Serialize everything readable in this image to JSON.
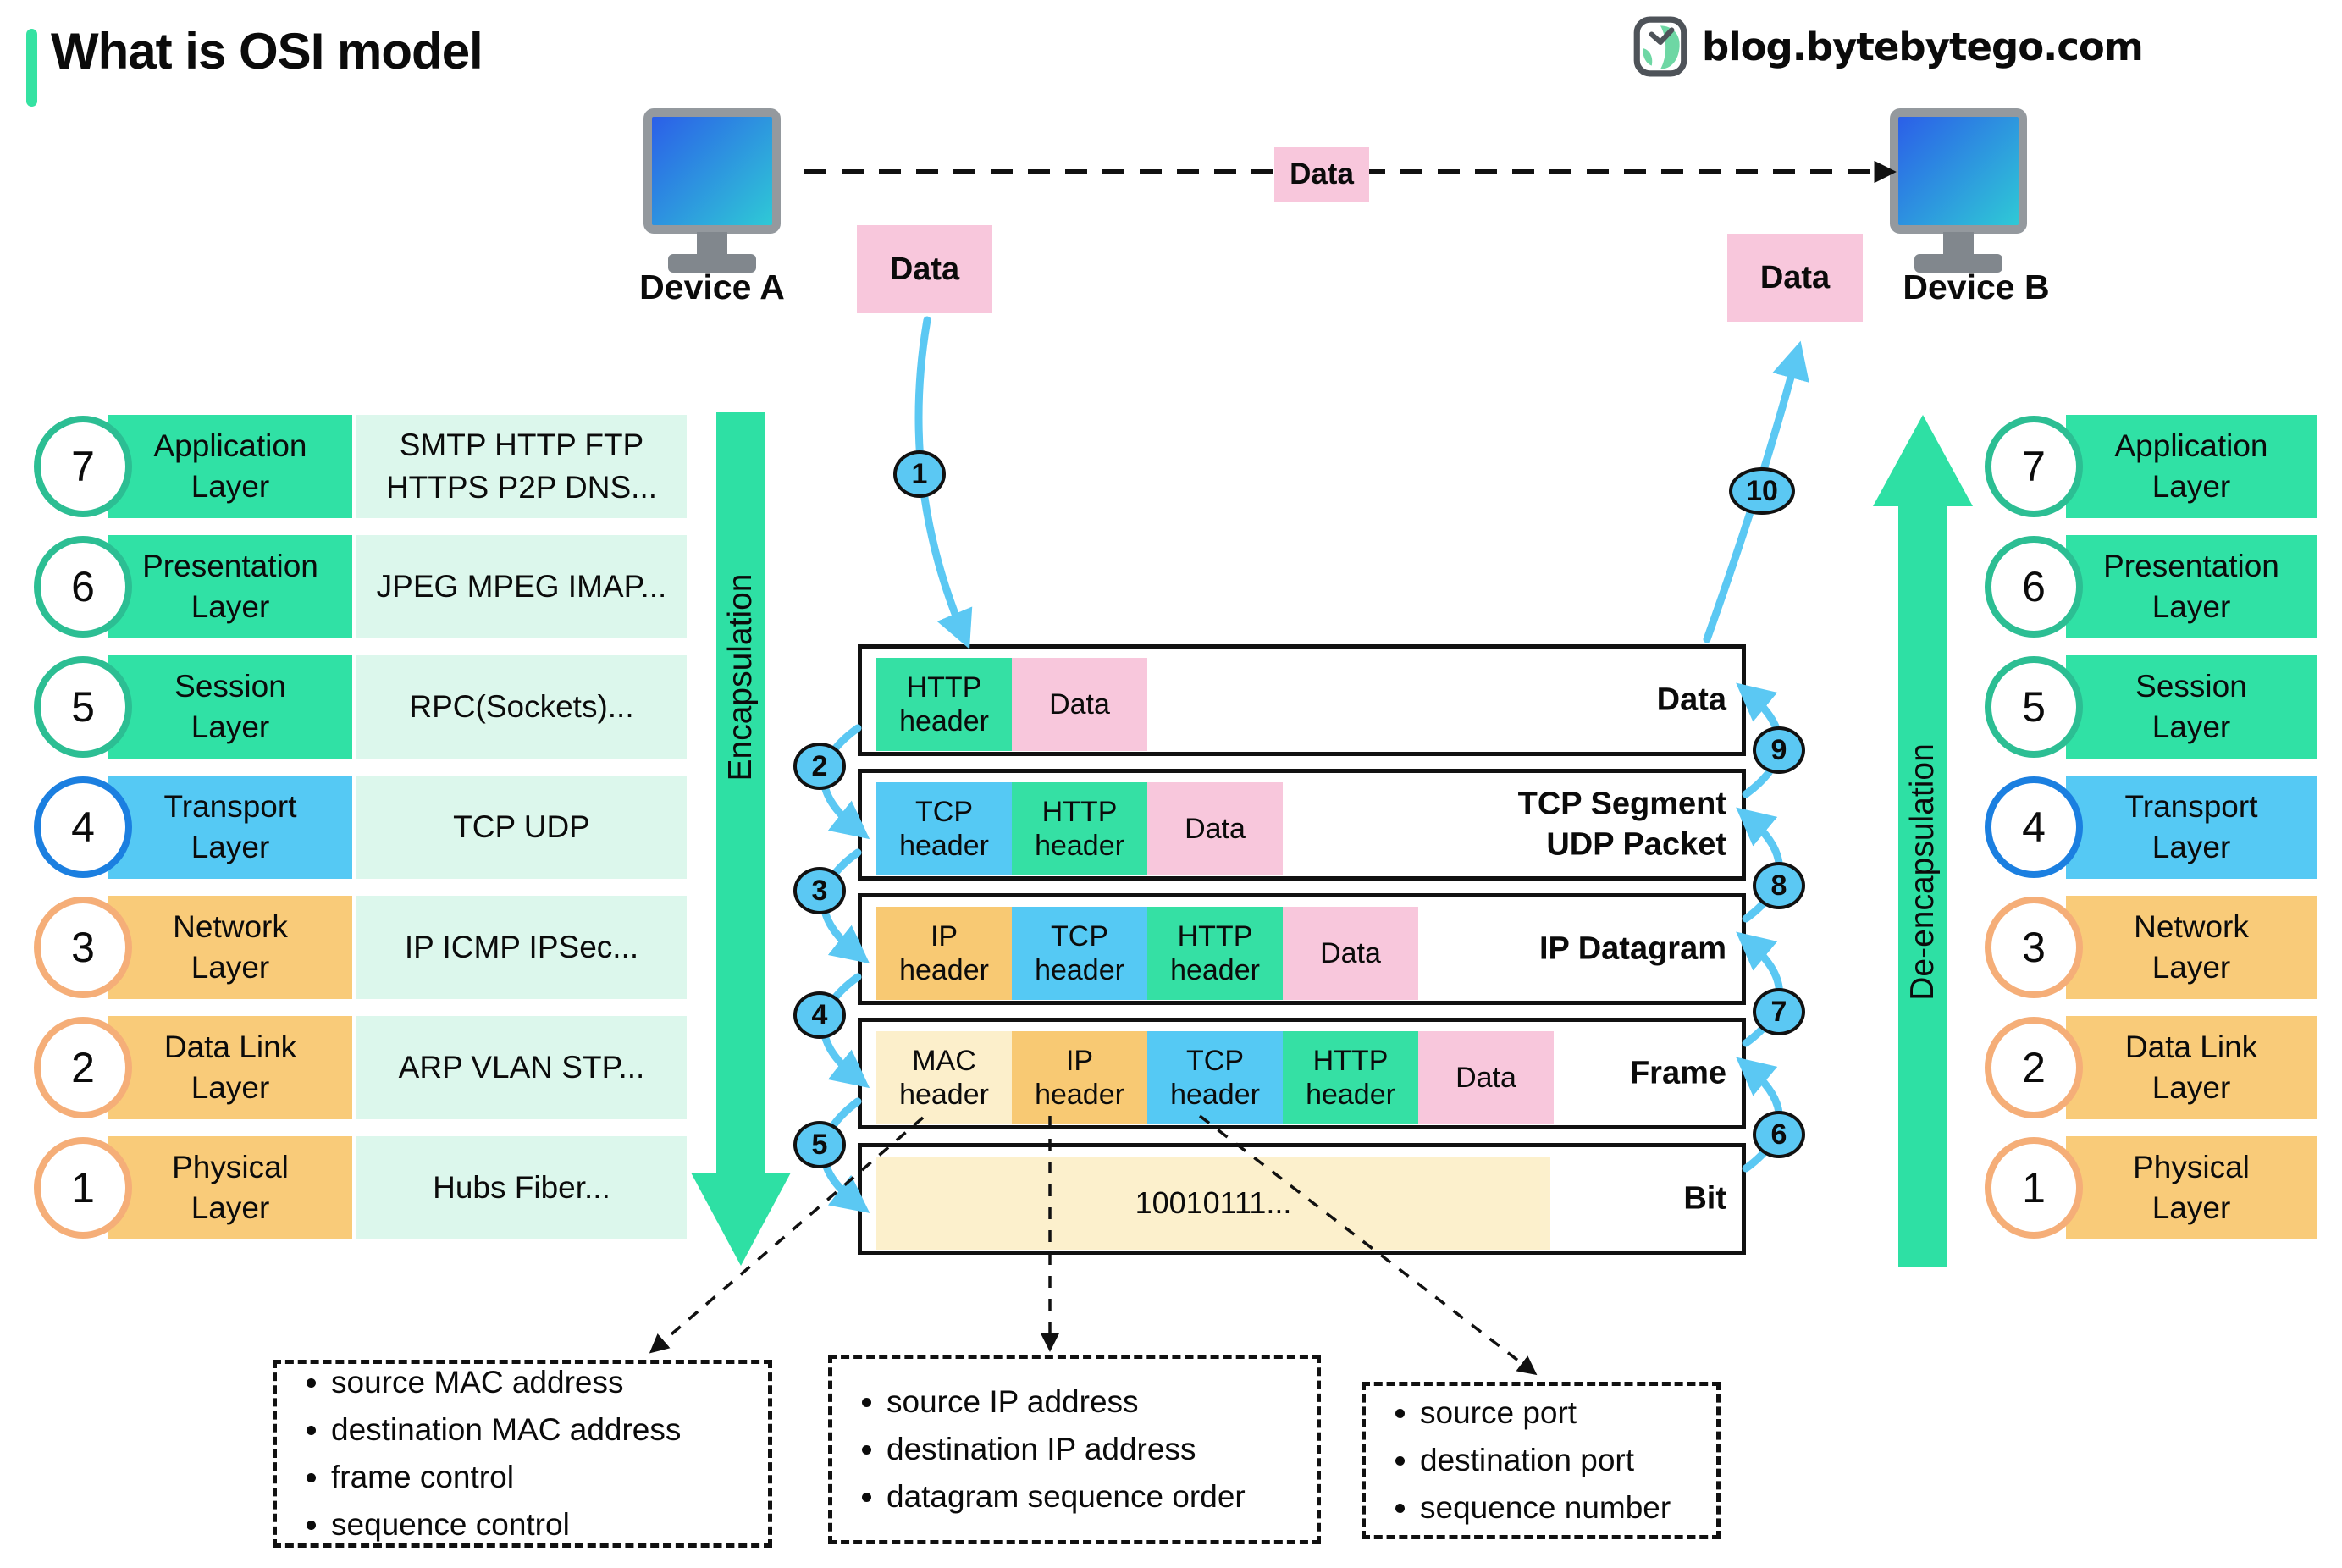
{
  "page_title": "What is OSI model",
  "logo": {
    "site": "blog.bytebytego.com"
  },
  "devices": {
    "a_label": "Device A",
    "b_label": "Device B"
  },
  "transmission": {
    "top_data_label": "Data",
    "device_a_data_label": "Data",
    "device_b_data_label": "Data"
  },
  "encapsulation": {
    "left_label": "Encapsulation",
    "right_label": "De-encapsulation"
  },
  "osi_layers": [
    {
      "num": "7",
      "name": "Application\nLayer",
      "protocols": "SMTP HTTP FTP\nHTTPS P2P DNS...",
      "theme": "green"
    },
    {
      "num": "6",
      "name": "Presentation\nLayer",
      "protocols": "JPEG MPEG IMAP...",
      "theme": "green"
    },
    {
      "num": "5",
      "name": "Session\nLayer",
      "protocols": "RPC(Sockets)...",
      "theme": "green"
    },
    {
      "num": "4",
      "name": "Transport\nLayer",
      "protocols": "TCP UDP",
      "theme": "blue"
    },
    {
      "num": "3",
      "name": "Network\nLayer",
      "protocols": "IP ICMP IPSec...",
      "theme": "orange"
    },
    {
      "num": "2",
      "name": "Data Link\nLayer",
      "protocols": "ARP VLAN STP...",
      "theme": "orange"
    },
    {
      "num": "1",
      "name": "Physical\nLayer",
      "protocols": "Hubs Fiber...",
      "theme": "orange"
    }
  ],
  "packet_stack": [
    {
      "label": "Data",
      "chips": [
        {
          "text": "HTTP\nheader",
          "color": "green"
        },
        {
          "text": "Data",
          "color": "pink"
        }
      ]
    },
    {
      "label": "TCP Segment\nUDP Packet",
      "chips": [
        {
          "text": "TCP\nheader",
          "color": "blue"
        },
        {
          "text": "HTTP\nheader",
          "color": "green"
        },
        {
          "text": "Data",
          "color": "pink"
        }
      ]
    },
    {
      "label": "IP Datagram",
      "chips": [
        {
          "text": "IP\nheader",
          "color": "orange"
        },
        {
          "text": "TCP\nheader",
          "color": "blue"
        },
        {
          "text": "HTTP\nheader",
          "color": "green"
        },
        {
          "text": "Data",
          "color": "pink"
        }
      ]
    },
    {
      "label": "Frame",
      "chips": [
        {
          "text": "MAC\nheader",
          "color": "cream"
        },
        {
          "text": "IP\nheader",
          "color": "orange"
        },
        {
          "text": "TCP\nheader",
          "color": "blue"
        },
        {
          "text": "HTTP\nheader",
          "color": "green"
        },
        {
          "text": "Data",
          "color": "pink"
        }
      ]
    },
    {
      "label": "Bit",
      "bits": "10010111..."
    }
  ],
  "flow_steps": [
    "1",
    "2",
    "3",
    "4",
    "5",
    "6",
    "7",
    "8",
    "9",
    "10"
  ],
  "callouts": {
    "mac": [
      "source MAC address",
      "destination MAC address",
      "frame control",
      "sequence control"
    ],
    "ip": [
      "source IP address",
      "destination IP address",
      "datagram sequence order"
    ],
    "tcp": [
      "source port",
      "destination port",
      "sequence number"
    ]
  },
  "colors": {
    "accent_green": "#2EE0A4",
    "green_border": "#2CBE93",
    "mint": "#DCF7EC",
    "blue": "#55C9F4",
    "blue_border": "#1B7FE0",
    "orange": "#F8C973",
    "orange_border": "#F5AE78",
    "cream": "#FCEFCB",
    "pink": "#F8C7DC",
    "flow_blue": "#5BC8F3",
    "screen_gradient_start": "#2B5FE8",
    "screen_gradient_end": "#2FC9D6"
  }
}
